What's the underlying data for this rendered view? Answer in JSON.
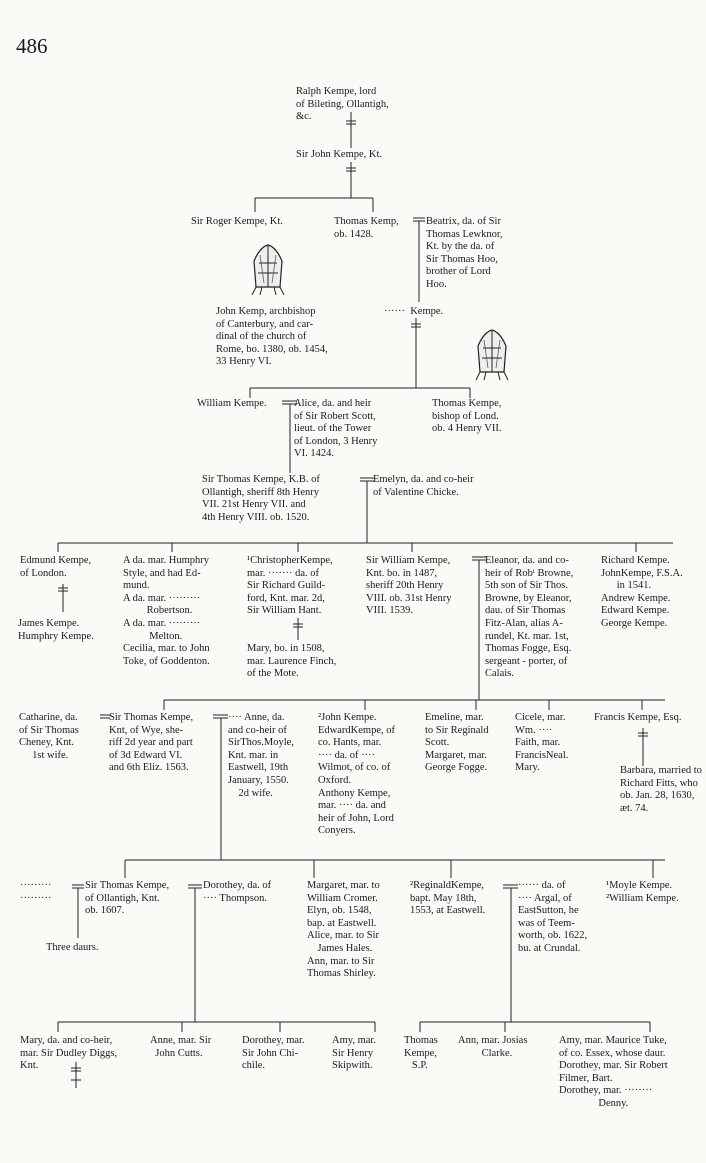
{
  "page_number": "486",
  "people": {
    "ralph": "Ralph Kempe, lord\nof Bileting, Ollantigh,\n&c.",
    "sir_john": "Sir John Kempe, Kt.",
    "sir_roger": "Sir Roger Kempe, Kt.",
    "thomas_kemp": "Thomas Kemp,\nob. 1428.",
    "beatrix": "Beatrix, da. of Sir\nThomas Lewknor,\nKt. by the da. of\nSir Thomas Hoo,\nbrother of Lord\nHoo.",
    "john_kemp_archbishop": "John Kemp, archbishop\nof Canterbury, and car-\ndinal of the church of\nRome, bo. 1380, ob. 1454,\n33 Henry VI.",
    "dots_kempe": "······  Kempe.",
    "william_kempe": "William Kempe.",
    "alice_scott": "Alice, da. and heir\nof Sir Robert Scott,\nlieut. of the Tower\nof London, 3 Henry\nVI. 1424.",
    "thomas_bishop": "Thomas Kempe,\nbishop of Lond.\nob. 4 Henry VII.",
    "sir_thomas_kb": "Sir Thomas Kempe, K.B. of\nOllantigh, sheriff 8th Henry\nVII. 21st Henry VII. and\n4th Henry VIII. ob. 1520.",
    "emelyn": "Emelyn, da. and co-heir\nof Valentine Chicke.",
    "edmund": "Edmund Kempe,\nof London.",
    "james_humphry": "James Kempe.\nHumphry Kempe.",
    "daughters_col": "A da. mar. Humphry\nStyle, and had Ed-\nmund.\nA da. mar. ·········\n         Robertson.\nA da. mar. ·········\n          Melton.\nCecilia, mar. to John\nToke, of Goddenton.",
    "christopher": "¹ChristopherKempe,\nmar. ······· da. of\nSir Richard Guild-\nford, Knt. mar. 2d,\nSir William Hant.",
    "mary_1508": "Mary, bo. in 1508,\nmar. Laurence Finch,\nof the Mote.",
    "sir_william": "Sir William Kempe,\nKnt. bo. in 1487,\nsheriff 20th Henry\nVIII. ob. 31st Henry\nVIII. 1539.",
    "eleanor": "Eleanor, da. and co-\nheir of Robᵗ Browne,\n5th son of Sir Thos.\nBrowne, by Eleanor,\ndau. of Sir Thomas\nFitz-Alan, alias A-\nrundel, Kt. mar. 1st,\nThomas Fogge, Esq.\nsergeant - porter, of\nCalais.",
    "richard_group": "Richard Kempe.\nJohnKempe, F.S.A.\n      in 1541.\nAndrew Kempe.\nEdward Kempe.\nGeorge Kempe.",
    "catharine": "Catharine, da.\nof Sir Thomas\nCheney, Knt.\n     1st wife.",
    "sir_thomas_wye": "Sir Thomas Kempe,\nKnt, of Wye, she-\nriff 2d year and part\nof 3d Edward VI.\nand 6th Eliz. 1563.",
    "anne_moyle": "···· Anne, da.\nand co-heir of\nSirThos.Moyle,\nKnt. mar. in\nEastwell, 19th\nJanuary, 1550.\n    2d wife.",
    "john_edward_anthony": "²John Kempe.\nEdwardKempe, of\nco. Hants, mar.\n···· da. of ····\nWilmot, of co. of\nOxford.\nAnthony Kempe,\nmar. ···· da. and\nheir of John, Lord\nConyers.",
    "emeline_margaret": "Emeline, mar.\nto Sir Reginald\nScott.\nMargaret, mar.\nGeorge Fogge.",
    "cicele_faith": "Cicele, mar.\nWm. ····\nFaith, mar.\nFrancisNeal.\nMary.",
    "francis": "Francis Kempe, Esq.",
    "barbara": "Barbara, married to\nRichard Fitts, who\nob. Jan. 28, 1630,\næt. 74.",
    "dots_wife": "·········\n·········",
    "sir_thomas_1607": "Sir Thomas Kempe,\nof Ollantigh, Knt.\nob. 1607.",
    "dorothey_thompson": "Dorothey, da. of\n···· Thompson.",
    "three_daurs": "Three daurs.",
    "margaret_cromer": "Margaret, mar. to\nWilliam Cromer.\nElyn, ob. 1548,\nbap. at Eastwell.\nAlice, mar. to Sir\n    James Hales.\nAnn, mar. to Sir\nThomas Shirley.",
    "reginald": "²ReginaldKempe,\nbapt. May 18th,\n1553, at Eastwell.",
    "argal": "······ da. of\n···· Argal, of\nEastSutton, he\nwas of Teem-\nworth, ob. 1622,\nbu. at Crundal.",
    "moyle_william": "¹Moyle Kempe.\n²William Kempe.",
    "mary_diggs": "Mary, da. and co-heir,\nmar. Sir Dudley Diggs,\nKnt.",
    "anne_cutts": "Anne, mar. Sir\n  John Cutts.",
    "dorothey_chichile": "Dorothey, mar.\nSir John Chi-\nchile.",
    "amy_skipwith": "Amy, mar.\nSir Henry\nSkipwith.",
    "thomas_sp": "Thomas\nKempe,\n   S.P.",
    "ann_clarke": "Ann, mar. Josias\n         Clarke.",
    "amy_tuke": "Amy, mar. Maurice Tuke,\nof co. Essex, whose daur.\nDorothey, mar. Sir Robert\nFilmer, Bart.\nDorothey, mar. ········\n               Denny."
  }
}
